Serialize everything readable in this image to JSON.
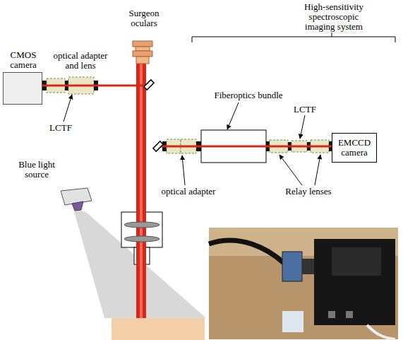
{
  "diagram": {
    "nodes": [
      {
        "text": [
          "CMOS camera"
        ]
      },
      {
        "text": [
          "Surgeon oculars"
        ]
      },
      {
        "text": [
          "EMCCD camera"
        ]
      },
      {
        "text": [
          "Blue light source"
        ]
      }
    ],
    "labels": [
      "High-sensitivity spectroscopic imaging system",
      "optical adapter and lens",
      "LCTF",
      "Fiberoptics bundle",
      "LCTF",
      "optical adapter",
      "Relay lenses"
    ]
  }
}
